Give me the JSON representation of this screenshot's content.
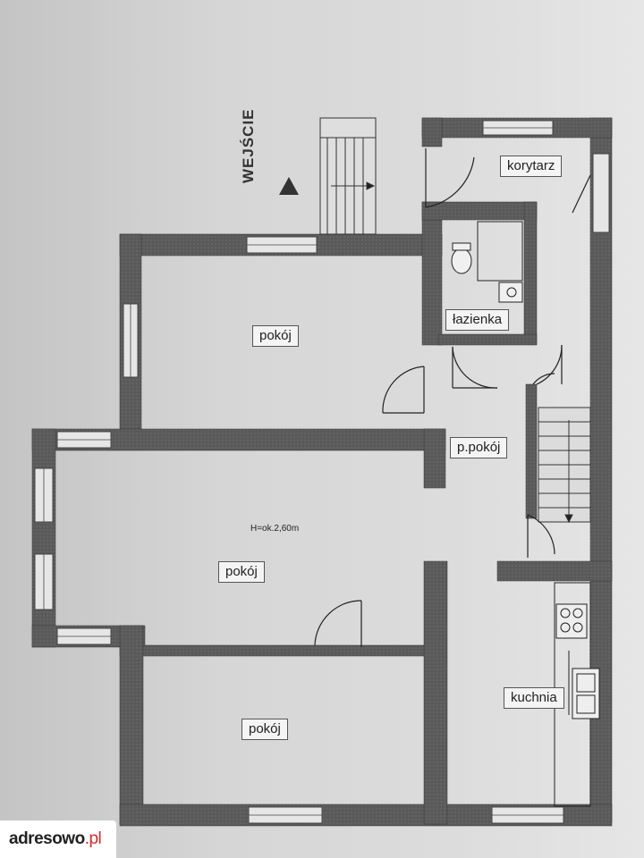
{
  "plan": {
    "entrance": "WEJŚCIE",
    "ceiling_height": "H=ok.2,60m",
    "rooms": {
      "corridor": "korytarz",
      "bathroom": "łazienka",
      "hall": "p.pokój",
      "room_top": "pokój",
      "room_middle": "pokój",
      "room_bottom": "pokój",
      "kitchen": "kuchnia"
    }
  },
  "watermark": {
    "brand": "adresowo",
    "tld": ".pl"
  },
  "colors": {
    "wall": "#585858",
    "paper": "#d6d6d6",
    "line": "#222222"
  }
}
